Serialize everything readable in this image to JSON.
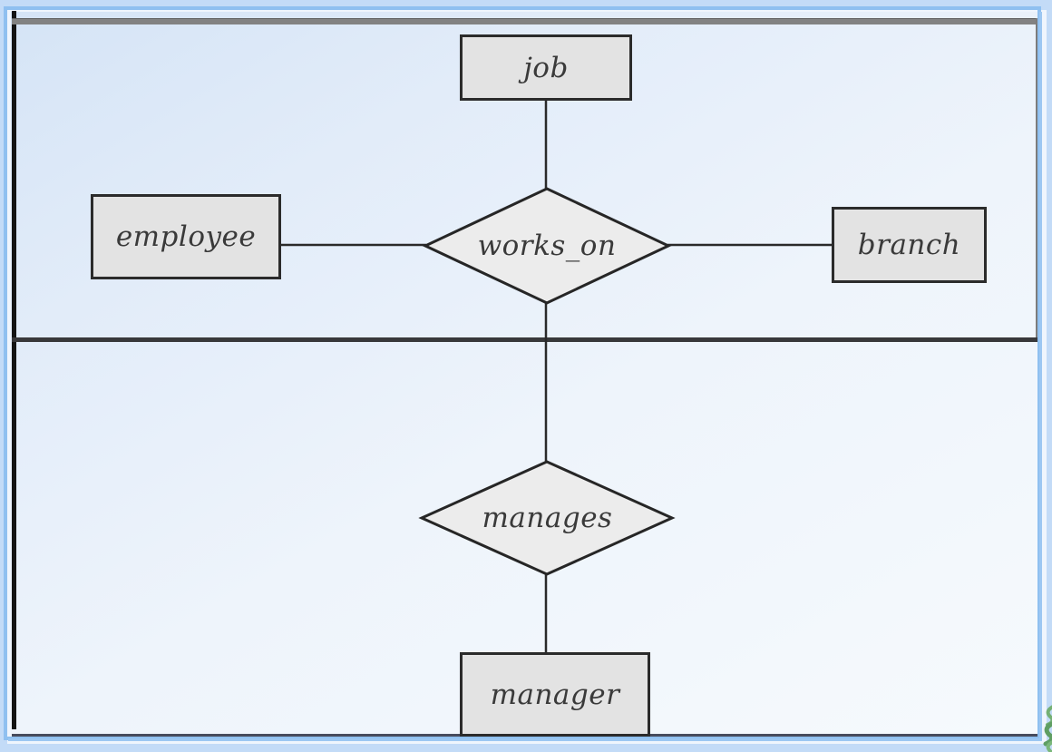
{
  "diagram": {
    "kind": "entity-relationship",
    "entities": [
      {
        "name": "job"
      },
      {
        "name": "employee"
      },
      {
        "name": "branch"
      },
      {
        "name": "manager"
      }
    ],
    "relationships": [
      {
        "name": "works_on"
      },
      {
        "name": "manages"
      }
    ],
    "connections": [
      "job - works_on",
      "employee - works_on",
      "branch - works_on",
      "works_on - manages",
      "manages - manager"
    ]
  },
  "colors": {
    "entity_fill": "#e3e3e3",
    "diamond_fill": "#ececec",
    "shape_border": "#2b2b2b",
    "connector": "#2a2a2a",
    "aggregation_top_gray": "#828282",
    "aggregation_right_gray": "#7c7c7c",
    "figure_left_black": "#141414",
    "divider_dark": "#38383a",
    "frame_blue": "#8fc0f0",
    "margin_blue": "#c3dbf7",
    "content_bg_top": "#d5e4f6",
    "content_bg_bottom": "#f6fafd",
    "artifact_green": "#6faa6f"
  }
}
